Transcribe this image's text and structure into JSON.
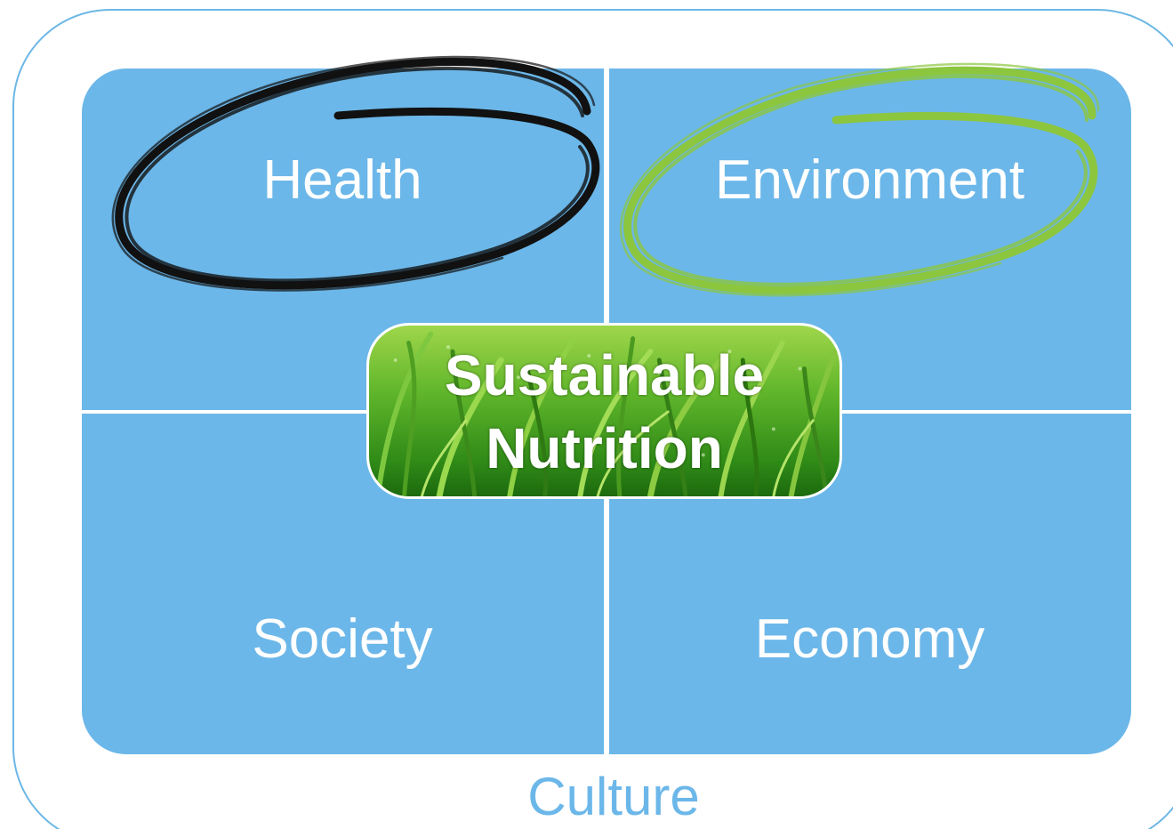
{
  "diagram": {
    "center": {
      "line1": "Sustainable",
      "line2": "Nutrition"
    },
    "quadrants": {
      "top_left": "Health",
      "top_right": "Environment",
      "bottom_left": "Society",
      "bottom_right": "Economy"
    },
    "outer_label": "Culture"
  },
  "colors": {
    "quadrant_fill": "#6cb7e9",
    "outer_border": "#6cb7e6",
    "health_highlight": "#111111",
    "environment_highlight": "#8cc63f",
    "label_text": "#ffffff",
    "culture_text": "#6cb7e9"
  },
  "highlights": [
    "Health",
    "Environment"
  ]
}
